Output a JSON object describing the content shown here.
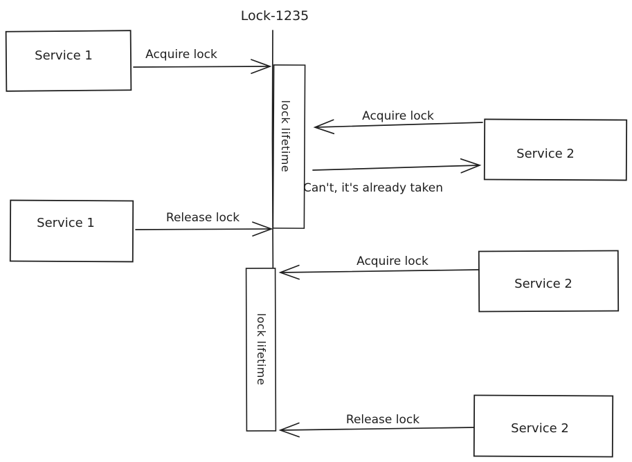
{
  "diagram": {
    "title": "Lock-1235",
    "colors": {
      "stroke": "#1e1e1e",
      "background": "#ffffff"
    },
    "actors": {
      "service1_top": "Service 1",
      "service1_bottom": "Service 1",
      "service2_top": "Service 2",
      "service2_mid": "Service 2",
      "service2_bottom": "Service 2"
    },
    "lifetime_bars": {
      "bar1_label": "lock lifetime",
      "bar2_label": "lock lifetime"
    },
    "messages": {
      "acquire1": "Acquire lock",
      "acquire2": "Acquire lock",
      "denied": "Can't, it's already taken",
      "release1": "Release lock",
      "acquire3": "Acquire lock",
      "release2": "Release lock"
    }
  }
}
